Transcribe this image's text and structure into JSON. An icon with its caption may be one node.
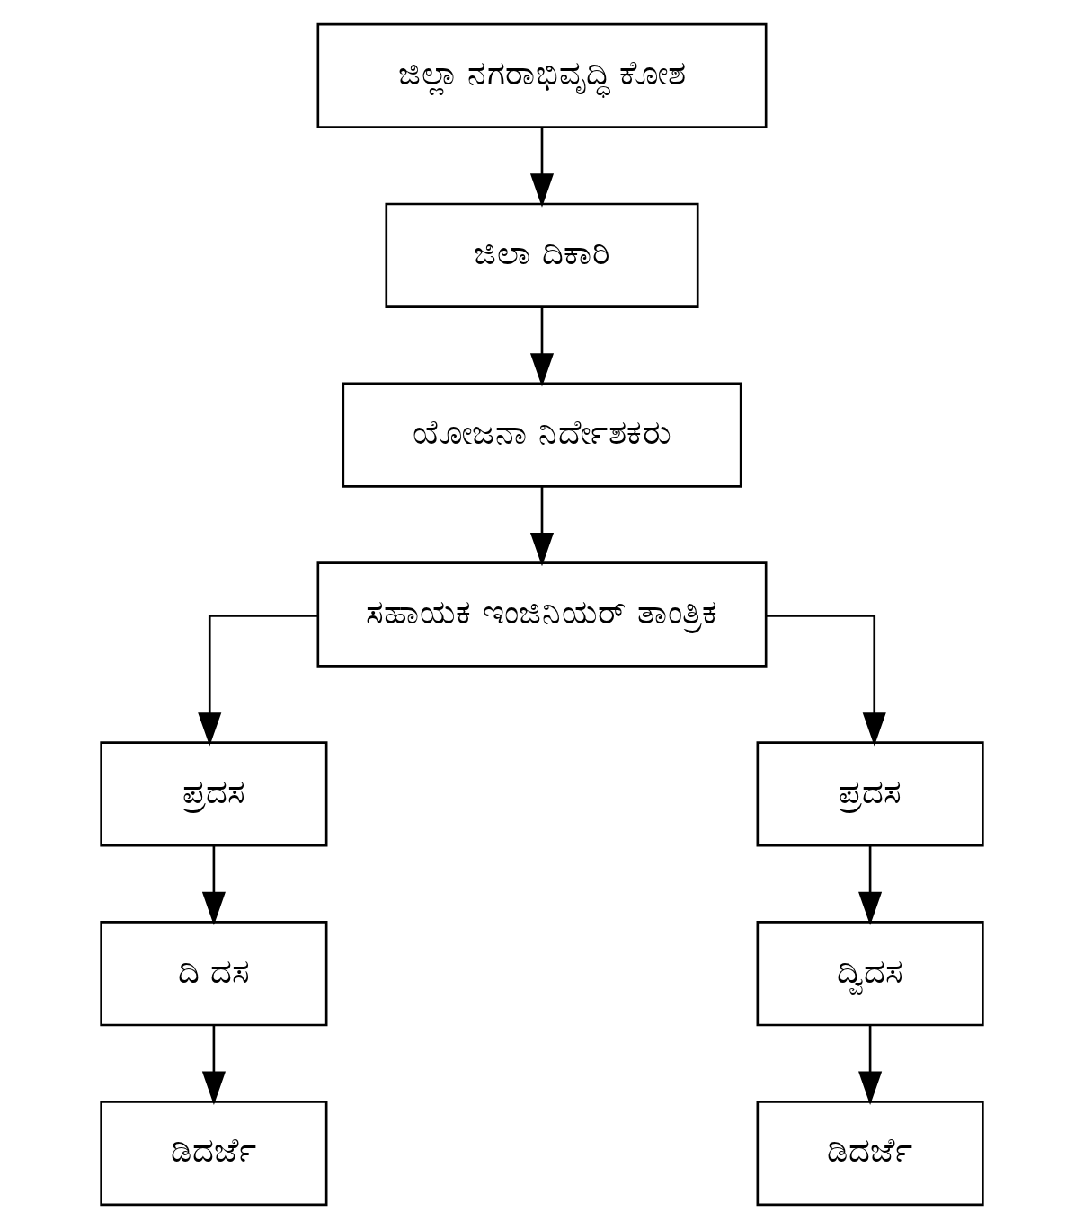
{
  "diagram": {
    "nodes": [
      {
        "text": [
          "ಜಿಲ್ಲಾ ನಗರಾಭಿವೃದ್ಧಿ ಕೋಶ"
        ]
      },
      {
        "text": [
          "ಜಿಲಾ ದಿಕಾರಿ"
        ]
      },
      {
        "text": [
          "ಯೋಜನಾ ನಿರ್ದೇಶಕರು"
        ]
      },
      {
        "text": [
          "ಸಹಾಯಕ ಇಂಜಿನಿಯರ್ ತಾಂತ್ರಿಕ"
        ]
      },
      {
        "text": [
          "ಪ್ರದಸ"
        ]
      },
      {
        "text": [
          "ದಿ ದಸ"
        ]
      },
      {
        "text": [
          "ಡಿದರ್ಜೆ"
        ]
      },
      {
        "text": [
          "ಪ್ರದಸ"
        ]
      },
      {
        "text": [
          "ದ್ವಿದಸ"
        ]
      },
      {
        "text": [
          "ಡಿದರ್ಜೆ"
        ]
      }
    ],
    "edges": [
      {
        "from": 0,
        "to": 1,
        "arrow": "to"
      },
      {
        "from": 1,
        "to": 2,
        "arrow": "to"
      },
      {
        "from": 2,
        "to": 3,
        "arrow": "to"
      },
      {
        "from": 3,
        "to": 4,
        "arrow": "to"
      },
      {
        "from": 3,
        "to": 7,
        "arrow": "to"
      },
      {
        "from": 4,
        "to": 5,
        "arrow": "to"
      },
      {
        "from": 5,
        "to": 6,
        "arrow": "to"
      },
      {
        "from": 7,
        "to": 8,
        "arrow": "to"
      },
      {
        "from": 8,
        "to": 9,
        "arrow": "to"
      }
    ]
  }
}
